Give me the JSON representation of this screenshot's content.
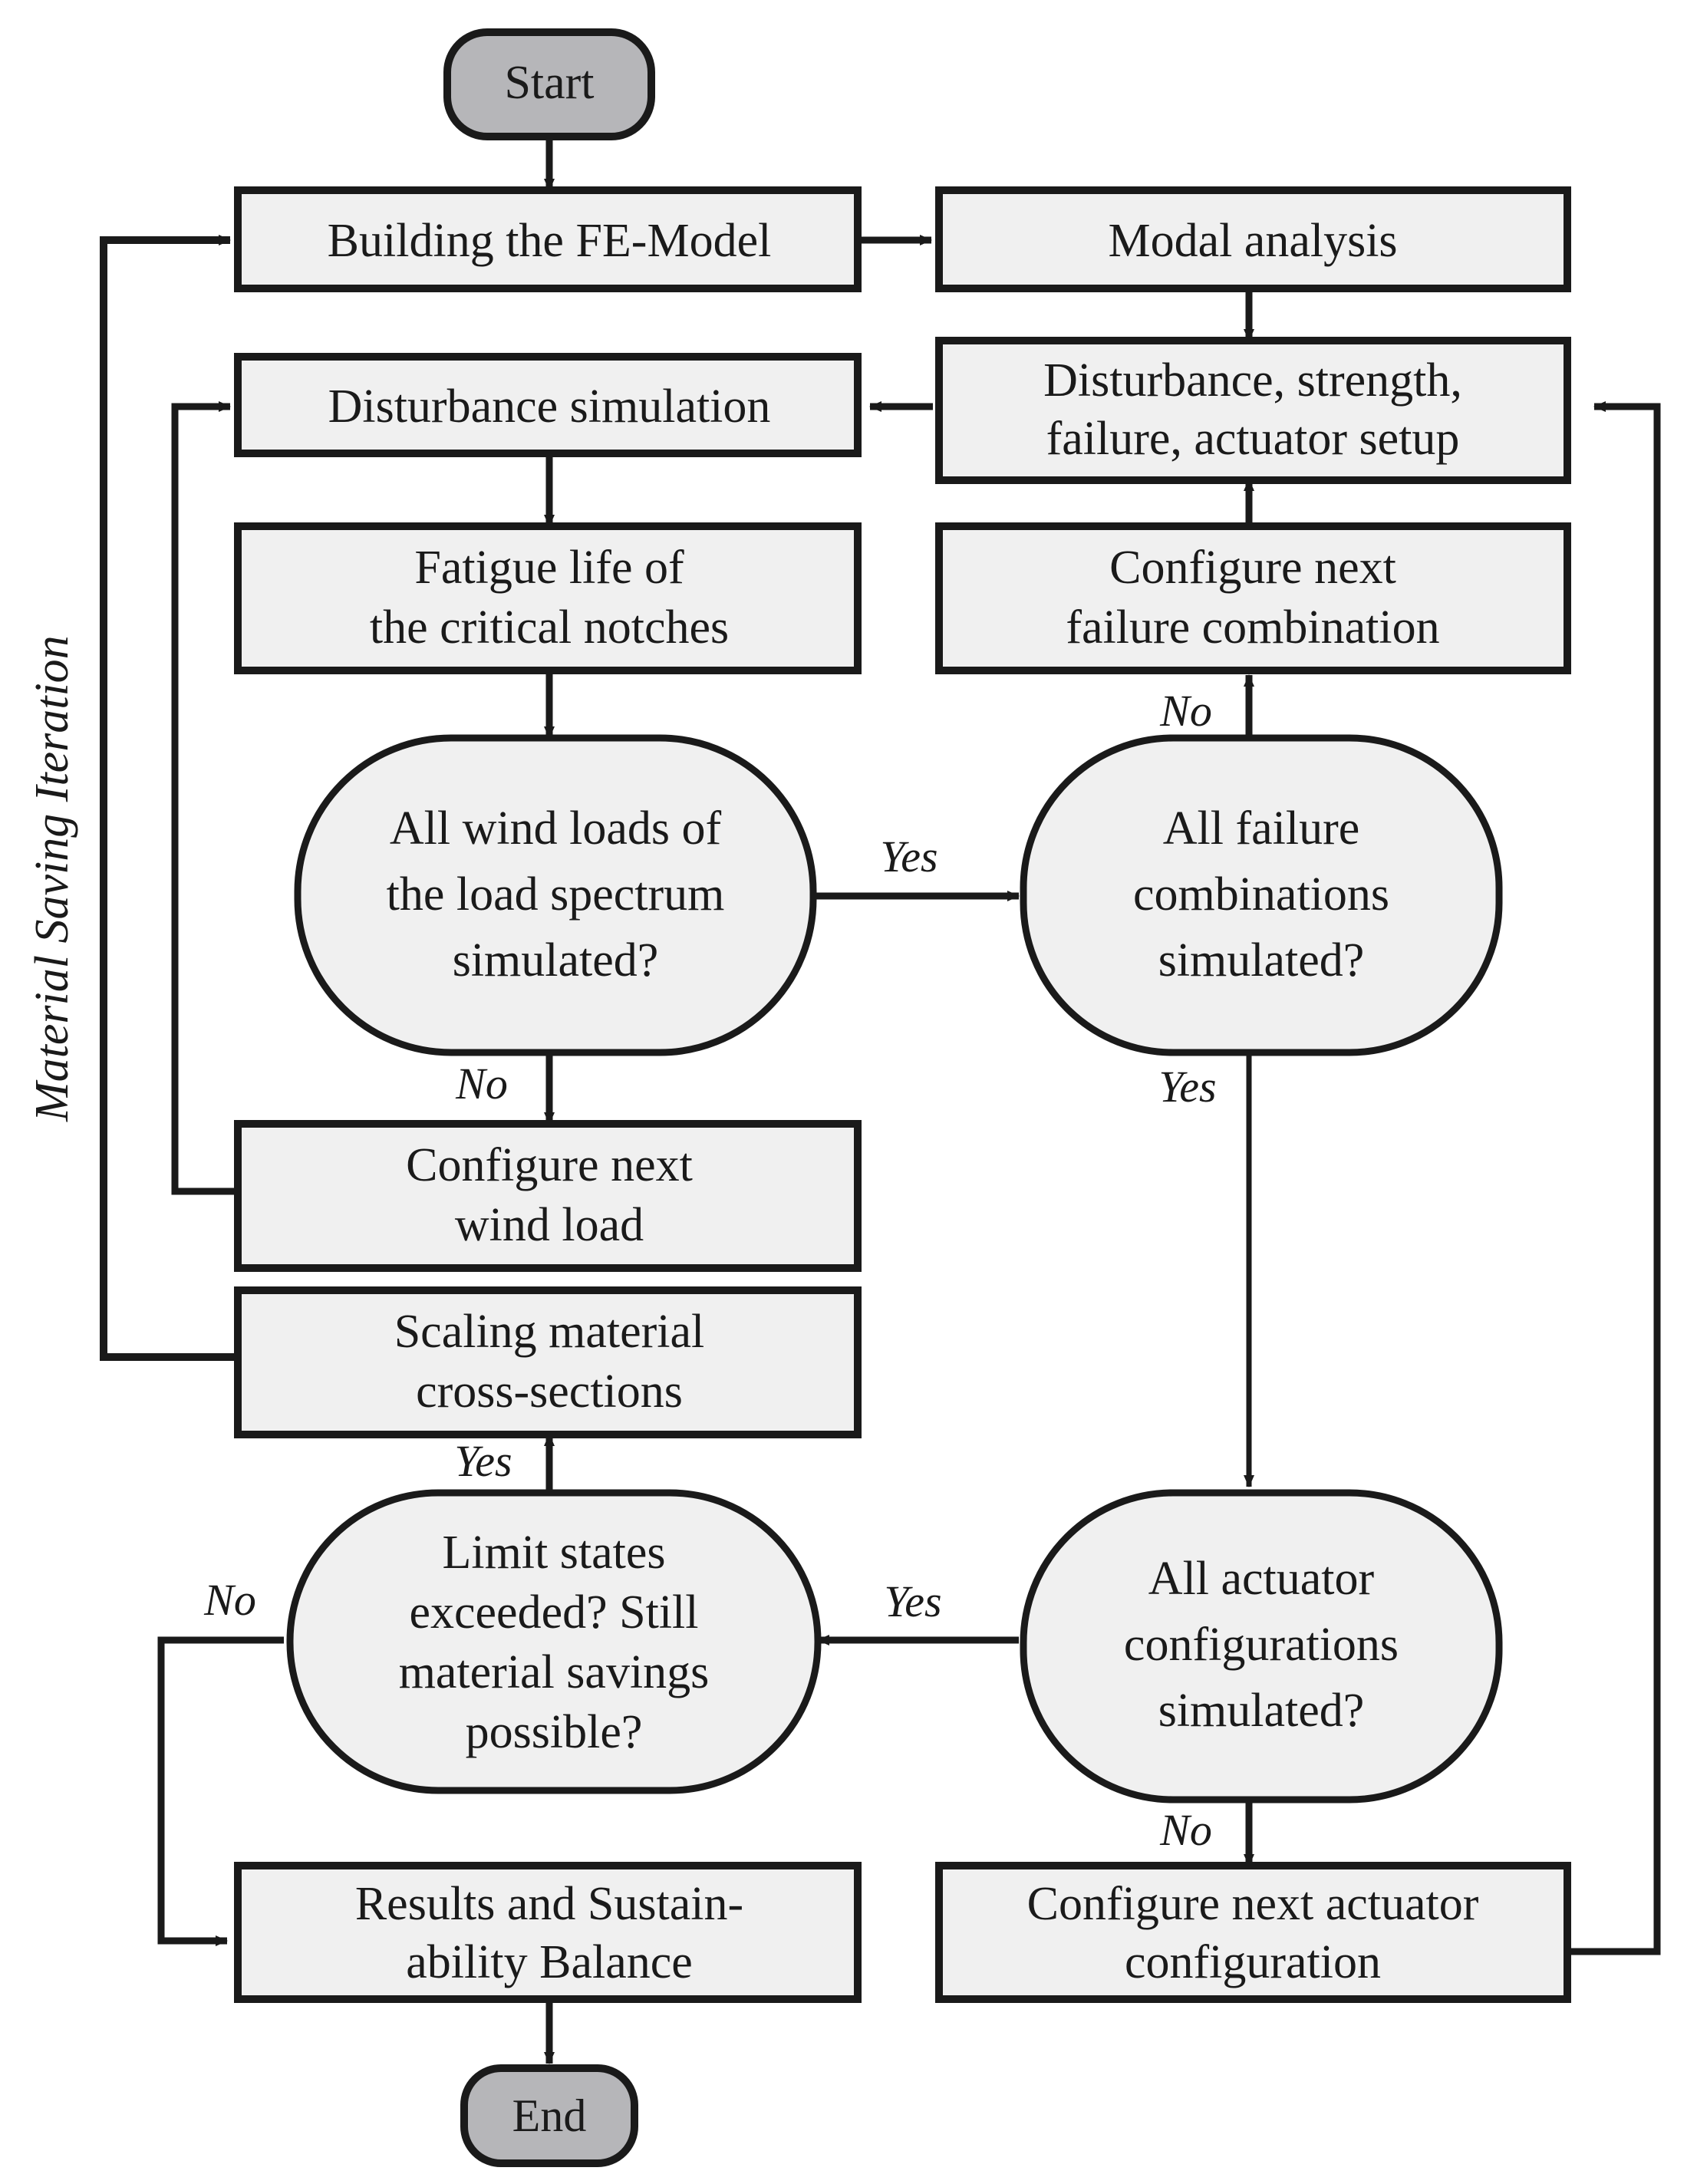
{
  "diagram": {
    "title_label": "Material Saving Iteration",
    "colors": {
      "terminator_fill": "#b6b6b9",
      "process_fill": "#f0f0f0",
      "decision_fill": "#f0f0f0",
      "stroke": "#1a1a1a",
      "background": "#ffffff"
    },
    "nodes": {
      "start": {
        "label": "Start",
        "shape": "terminator"
      },
      "end": {
        "label": "End",
        "shape": "terminator"
      },
      "build_fe_model": {
        "label": "Building the FE-Model",
        "shape": "process"
      },
      "modal_analysis": {
        "label": "Modal analysis",
        "shape": "process"
      },
      "disturbance_setup": {
        "line1": "Disturbance, strength,",
        "line2": "failure, actuator setup",
        "shape": "process"
      },
      "disturbance_simulation": {
        "label": "Disturbance simulation",
        "shape": "process"
      },
      "fatigue_life": {
        "line1": "Fatigue life of",
        "line2": "the critical notches",
        "shape": "process"
      },
      "configure_failure_combination": {
        "line1": "Configure next",
        "line2": "failure combination",
        "shape": "process"
      },
      "wind_loads_decision": {
        "line1": "All wind loads of",
        "line2": "the load spectrum",
        "line3": "simulated?",
        "shape": "decision"
      },
      "failure_combinations_decision": {
        "line1": "All failure",
        "line2": "combinations",
        "line3": "simulated?",
        "shape": "decision"
      },
      "configure_wind_load": {
        "line1": "Configure next",
        "line2": "wind load",
        "shape": "process"
      },
      "scaling_cross_sections": {
        "line1": "Scaling material",
        "line2": "cross-sections",
        "shape": "process"
      },
      "limit_states_decision": {
        "line1": "Limit states",
        "line2": "exceeded? Still",
        "line3": "material savings",
        "line4": "possible?",
        "shape": "decision"
      },
      "actuator_configs_decision": {
        "line1": "All actuator",
        "line2": "configurations",
        "line3": "simulated?",
        "shape": "decision"
      },
      "results_balance": {
        "line1": "Results and Sustain-",
        "line2": "ability Balance",
        "shape": "process"
      },
      "configure_actuator": {
        "line1": "Configure next actuator",
        "line2": "configuration",
        "shape": "process"
      }
    },
    "edge_labels": {
      "wind_loads_yes": "Yes",
      "wind_loads_no": "No",
      "failure_no": "No",
      "failure_yes": "Yes",
      "actuator_yes": "Yes",
      "actuator_no": "No",
      "limit_yes": "Yes",
      "limit_no": "No"
    }
  }
}
